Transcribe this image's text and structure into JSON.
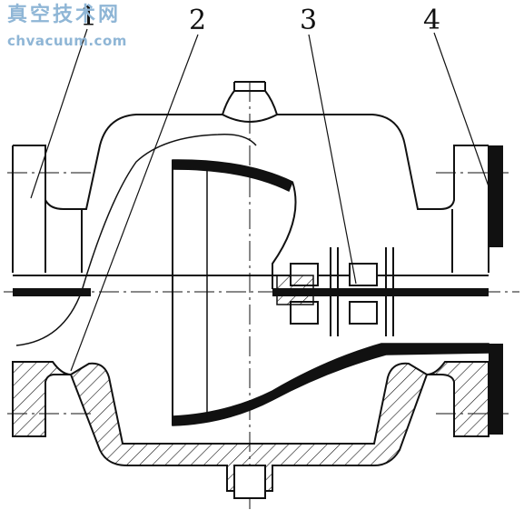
{
  "watermark": {
    "chinese": "真空技术网",
    "site": "chvacuum.com",
    "color": "#8fb6d6"
  },
  "labels": [
    {
      "id": "1",
      "text": "1"
    },
    {
      "id": "2",
      "text": "2"
    },
    {
      "id": "3",
      "text": "3"
    },
    {
      "id": "4",
      "text": "4"
    }
  ]
}
